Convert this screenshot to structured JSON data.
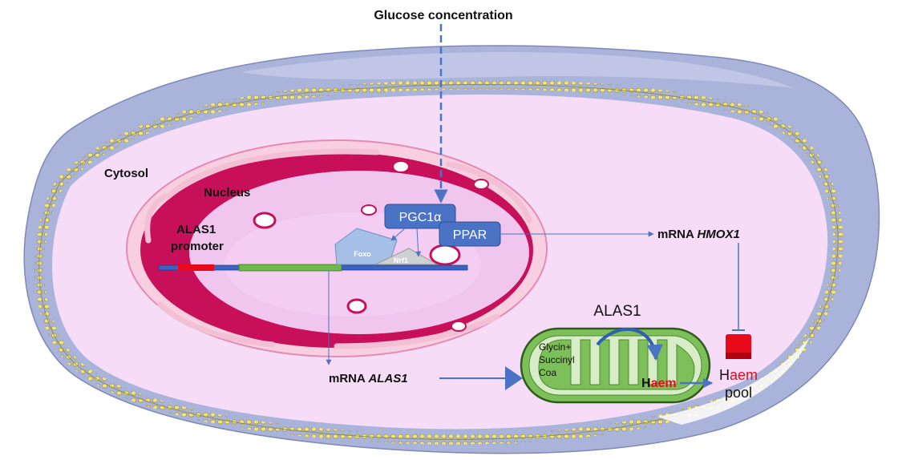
{
  "labels": {
    "glucose": "Glucose concentration",
    "cytosol": "Cytosol",
    "nucleus": "Nucleus",
    "alas1_promoter_line1": "ALAS1",
    "alas1_promoter_line2": "promoter",
    "pgc1a": "PGC1α",
    "ppar": "PPAR",
    "foxo": "Foxo",
    "nrf1": "Nrf1",
    "mrna_hmox1_prefix": "mRNA ",
    "mrna_hmox1_gene": "HMOX1",
    "mrna_alas1_prefix": "mRNA ",
    "mrna_alas1_gene": "ALAS1",
    "alas1_enzyme": "ALAS1",
    "substrate_line1": "Glycin+",
    "substrate_line2": "Succinyl",
    "substrate_line3": "Coa",
    "haem_h": "H",
    "haem_rest": "aem",
    "haem_pool_h": "H",
    "haem_pool_rest": "aem",
    "pool": "pool"
  },
  "colors": {
    "cell_outer": "#aab3d9",
    "cytosol_fill": "#f6dcf6",
    "membrane_dot": "#f1e27a",
    "nucleus_ring": "#c8105a",
    "nucleus_inner": "#f0c6ef",
    "box_blue": "#4a73c6",
    "mito_green": "#7dbf58",
    "haem_red": "#e8091a",
    "arrow_blue": "#4a73c6"
  }
}
